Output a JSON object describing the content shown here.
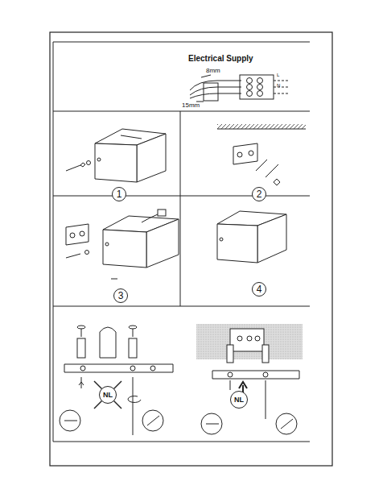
{
  "diagram": {
    "nodes": [
      {
        "text": [
          "1"
        ]
      },
      {
        "text": [
          "2"
        ]
      },
      {
        "text": [
          "3"
        ]
      },
      {
        "text": [
          "4"
        ]
      },
      {
        "text": [
          "NL"
        ]
      },
      {
        "text": [
          "NL"
        ]
      }
    ],
    "labels": [
      "Electrical Supply",
      "8mm",
      "15mm",
      "L",
      "N"
    ]
  }
}
